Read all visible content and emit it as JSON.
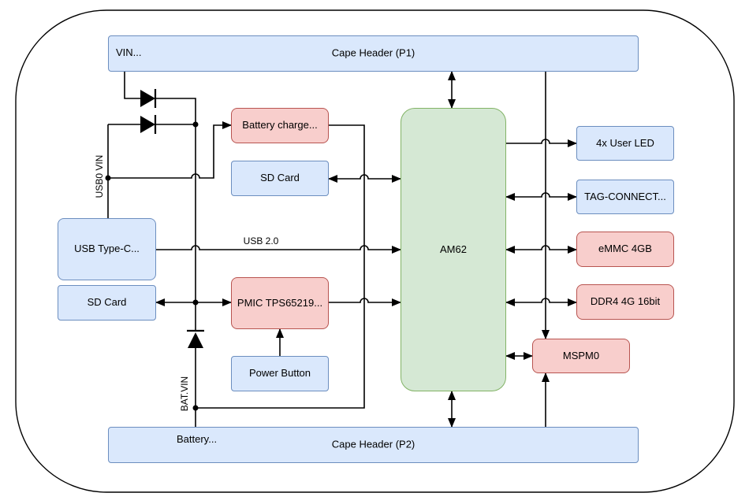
{
  "headers": {
    "p1": "Cape Header (P1)",
    "p2": "Cape Header (P2)"
  },
  "nodes": {
    "battery_charger": "Battery charge...",
    "sd_card_mid": "SD Card",
    "usb_type_c": "USB Type-C...",
    "sd_card_left": "SD Card",
    "pmic": "PMIC TPS65219...",
    "power_button": "Power Button",
    "am62": "AM62",
    "user_led": "4x User LED",
    "tag_connect": "TAG-CONNECT...",
    "emmc": "eMMC 4GB",
    "ddr4": "DDR4 4G 16bit",
    "mspm0": "MSPM0"
  },
  "wire_labels": {
    "vin": "VIN...",
    "battery": "Battery...",
    "usb0_vin": "USB0 VIN",
    "bat_vin": "BAT.VIN",
    "usb2": "USB 2.0"
  },
  "colors": {
    "blue_fill": "#dae8fc",
    "blue_stroke": "#6c8ebf",
    "red_fill": "#f8cecc",
    "red_stroke": "#b85450",
    "green_fill": "#d5e8d4",
    "green_stroke": "#82b366",
    "wire": "#000000"
  }
}
